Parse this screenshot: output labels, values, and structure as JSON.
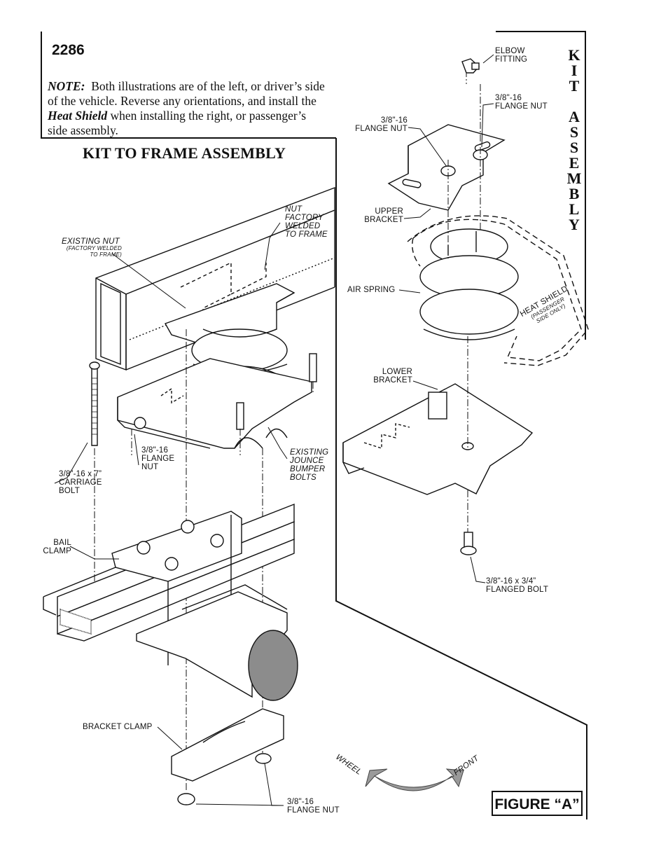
{
  "page_number": "2286",
  "note": {
    "lead": "NOTE:",
    "text_1": "Both illustrations are of the left, or driver’s side of the vehicle. Reverse any orientations, and install the",
    "emphasis": "Heat Shield",
    "text_2": "when installing the right, or passenger’s side assembly."
  },
  "left_title": "KIT TO FRAME ASSEMBLY",
  "right_title_vertical": [
    "K",
    "I",
    "T",
    "",
    "A",
    "S",
    "S",
    "E",
    "M",
    "B",
    "L",
    "Y"
  ],
  "labels": {
    "existing_nut": "EXISTING NUT",
    "existing_nut_sub_1": "(FACTORY WELDED",
    "existing_nut_sub_2": "TO FRAME)",
    "nut_factory_1": "NUT",
    "nut_factory_2": "FACTORY",
    "nut_factory_3": "WELDED",
    "nut_factory_4": "TO FRAME",
    "flange_nut_left_1": "3/8\"-16",
    "flange_nut_left_2": "FLANGE",
    "flange_nut_left_3": "NUT",
    "carriage_bolt_1": "3/8”-16 x 7”",
    "carriage_bolt_2": "CARRIAGE",
    "carriage_bolt_3": "BOLT",
    "jounce_1": "EXISTING",
    "jounce_2": "JOUNCE",
    "jounce_3": "BUMPER",
    "jounce_4": "BOLTS",
    "bail_clamp_1": "BAIL",
    "bail_clamp_2": "CLAMP",
    "bracket_clamp": "BRACKET CLAMP",
    "flange_nut_bottom_1": "3/8\"-16",
    "flange_nut_bottom_2": "FLANGE NUT",
    "elbow_1": "ELBOW",
    "elbow_2": "FITTING",
    "flange_nut_right_1": "3/8\"-16",
    "flange_nut_right_2": "FLANGE NUT",
    "flange_nut_mid_1": "3/8\"-16",
    "flange_nut_mid_2": "FLANGE NUT",
    "upper_bracket_1": "UPPER",
    "upper_bracket_2": "BRACKET",
    "air_spring": "AIR SPRING",
    "heat_shield_1": "HEAT SHIELD",
    "heat_shield_2": "(PASSENGER",
    "heat_shield_3": "SIDE ONLY)",
    "lower_bracket_1": "LOWER",
    "lower_bracket_2": "BRACKET",
    "flanged_bolt_1": "3/8\"-16 x 3/4”",
    "flanged_bolt_2": "FLANGED BOLT",
    "wheel": "WHEEL",
    "front": "FRONT"
  },
  "figure_label": "FIGURE “A”",
  "colors": {
    "ink": "#111111",
    "arrow_fill": "#9a9a9a",
    "axle_end": "#8c8c8c"
  }
}
